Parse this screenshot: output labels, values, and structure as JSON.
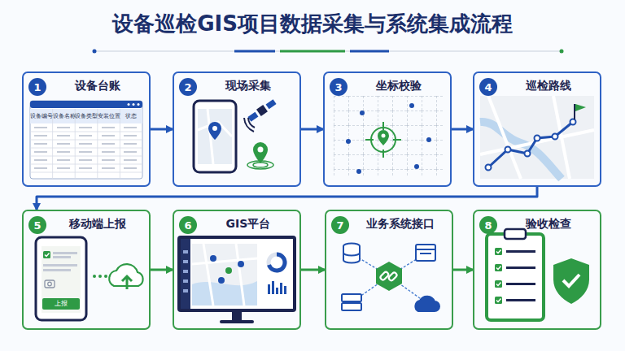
{
  "diagram": {
    "title": "设备巡检GIS项目数据采集与系统集成流程",
    "nodes": [
      {
        "text": [
          "设备台账"
        ]
      },
      {
        "text": [
          "1"
        ],
        "in": 0
      },
      {
        "text": [
          "现场采集"
        ]
      },
      {
        "text": [
          "2"
        ],
        "in": 2
      },
      {
        "text": [
          "坐标校验"
        ]
      },
      {
        "text": [
          "3"
        ],
        "in": 4
      },
      {
        "text": [
          "巡检路线"
        ]
      },
      {
        "text": [
          "4"
        ],
        "in": 6
      },
      {
        "text": [
          "移动端上报"
        ]
      },
      {
        "text": [
          "5"
        ],
        "in": 8
      },
      {
        "text": [
          "GIS平台"
        ]
      },
      {
        "text": [
          "6"
        ],
        "in": 10
      },
      {
        "text": [
          "业务系统接口"
        ]
      },
      {
        "text": [
          "7"
        ],
        "in": 12
      },
      {
        "text": [
          "验收检查"
        ]
      },
      {
        "text": [
          "8"
        ],
        "in": 14
      }
    ],
    "edges": [
      {
        "from": 0,
        "to": 2,
        "arrow": "to"
      },
      {
        "from": 2,
        "to": 4,
        "arrow": "to"
      },
      {
        "from": 4,
        "to": 6,
        "arrow": "to"
      },
      {
        "from": 6,
        "to": 8,
        "arrow": "to"
      },
      {
        "from": 8,
        "to": 10,
        "arrow": "to"
      },
      {
        "from": 10,
        "to": 12,
        "arrow": "to"
      },
      {
        "from": 12,
        "to": 14,
        "arrow": "to"
      }
    ],
    "labels": [
      "设备编号",
      "设备名称",
      "设备类型",
      "安装位置",
      "状态",
      "上报"
    ]
  }
}
